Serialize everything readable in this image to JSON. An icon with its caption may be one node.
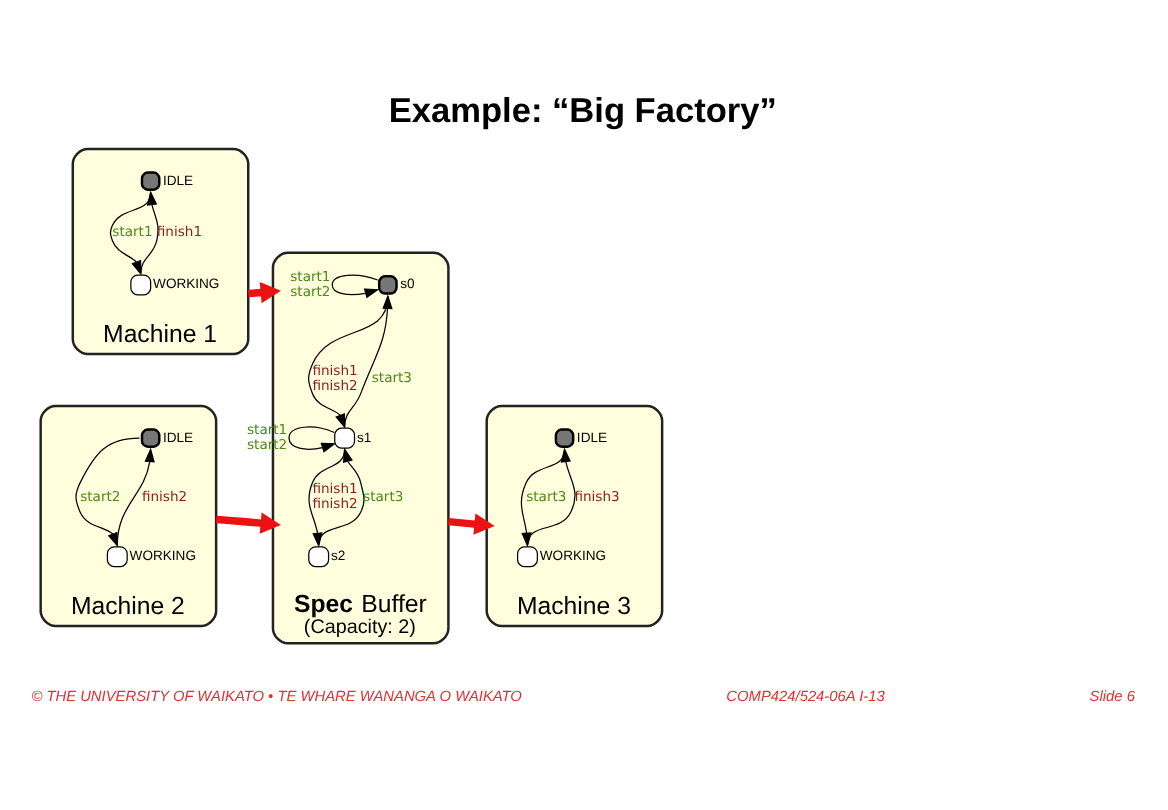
{
  "diagram": {
    "title": "Example: “Big Factory”",
    "nodes": [
      {
        "text": [
          "Machine 1"
        ]
      },
      {
        "text": [],
        "shape": "circle",
        "beside": [
          "IDLE"
        ],
        "in": 0
      },
      {
        "text": [],
        "shape": "circle",
        "beside": [
          "WORKING"
        ],
        "in": 0
      },
      {
        "text": [
          "**Spec** Buffer",
          "(Capacity: 2)"
        ]
      },
      {
        "text": [],
        "shape": "circle",
        "beside": [
          "s0"
        ],
        "in": 3
      },
      {
        "text": [],
        "shape": "circle",
        "beside": [
          "s1"
        ],
        "in": 3
      },
      {
        "text": [],
        "shape": "circle",
        "beside": [
          "s2"
        ],
        "in": 3
      },
      {
        "text": [
          "Machine 3"
        ]
      },
      {
        "text": [],
        "shape": "circle",
        "beside": [
          "IDLE"
        ],
        "in": 7
      },
      {
        "text": [],
        "shape": "circle",
        "beside": [
          "WORKING"
        ],
        "in": 7
      },
      {
        "text": [
          "Machine 2"
        ]
      },
      {
        "text": [],
        "shape": "circle",
        "beside": [
          "IDLE"
        ],
        "in": 10
      },
      {
        "text": [],
        "shape": "circle",
        "beside": [
          "WORKING"
        ],
        "in": 10
      }
    ],
    "edges": [
      {
        "from": 1,
        "to": 2,
        "arrow": "to",
        "label": "start1"
      },
      {
        "from": 2,
        "to": 1,
        "arrow": "to",
        "label": "finish1"
      },
      {
        "from": 4,
        "to": 4,
        "arrow": "to",
        "label": "start1 start2"
      },
      {
        "from": 4,
        "to": 5,
        "arrow": "to",
        "label": "finish1 finish2"
      },
      {
        "from": 5,
        "to": 4,
        "arrow": "to",
        "label": "start3"
      },
      {
        "from": 5,
        "to": 5,
        "arrow": "to",
        "label": "start1 start2"
      },
      {
        "from": 5,
        "to": 6,
        "arrow": "to",
        "label": "finish1 finish2"
      },
      {
        "from": 6,
        "to": 5,
        "arrow": "to",
        "label": "start3"
      },
      {
        "from": 8,
        "to": 9,
        "arrow": "to",
        "label": "start3"
      },
      {
        "from": 9,
        "to": 8,
        "arrow": "to",
        "label": "finish3"
      },
      {
        "from": 11,
        "to": 12,
        "arrow": "to",
        "label": "start2"
      },
      {
        "from": 12,
        "to": 11,
        "arrow": "to",
        "label": "finish2"
      },
      {
        "from": 0,
        "to": 3,
        "arrow": "to",
        "style": "thick",
        "color": "#ee1111"
      },
      {
        "from": 10,
        "to": 3,
        "arrow": "to",
        "style": "thick",
        "color": "#ee1111"
      },
      {
        "from": 3,
        "to": 7,
        "arrow": "to",
        "style": "thick",
        "color": "#ee1111"
      }
    ],
    "labels": [
      "© THE UNIVERSITY OF WAIKATO • TE WHARE WANANGA O WAIKATO",
      "COMP424/524-06A I-13",
      "Slide 6"
    ]
  }
}
